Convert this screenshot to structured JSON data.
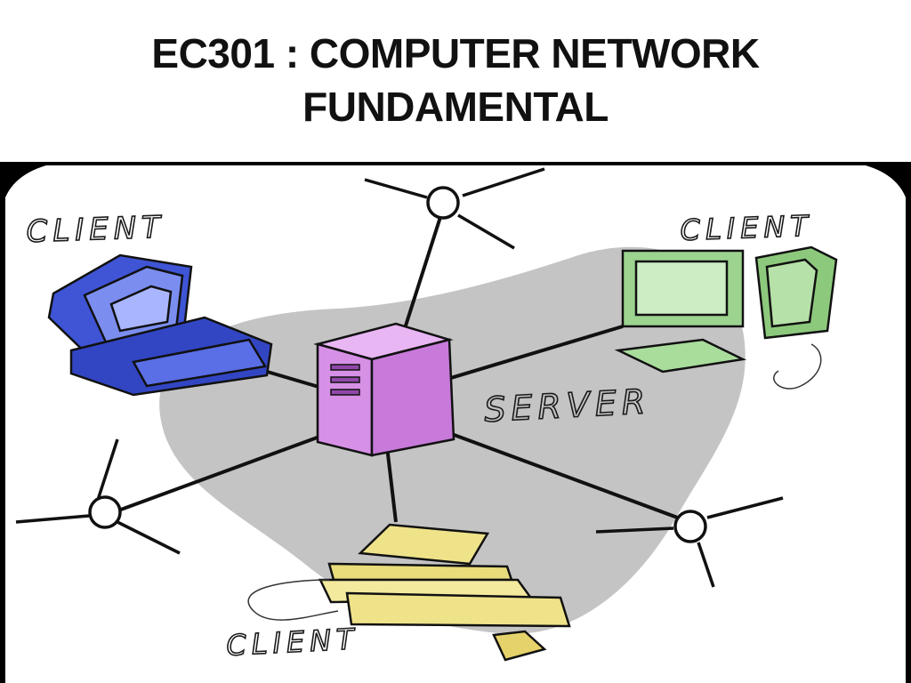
{
  "slide": {
    "title_line_1": "EC301 : COMPUTER NETWORK",
    "title_line_2": "FUNDAMENTAL"
  },
  "diagram": {
    "labels": {
      "client_top_left": "CLIENT",
      "client_top_right": "CLIENT",
      "client_bottom": "CLIENT",
      "server": "SERVER"
    },
    "colors": {
      "client_left": "#3f55d6",
      "client_right": "#9cd48f",
      "client_bottom": "#efe38a",
      "server": "#d690e6",
      "backdrop": "#c4c4c4",
      "frame": "#000000"
    }
  }
}
